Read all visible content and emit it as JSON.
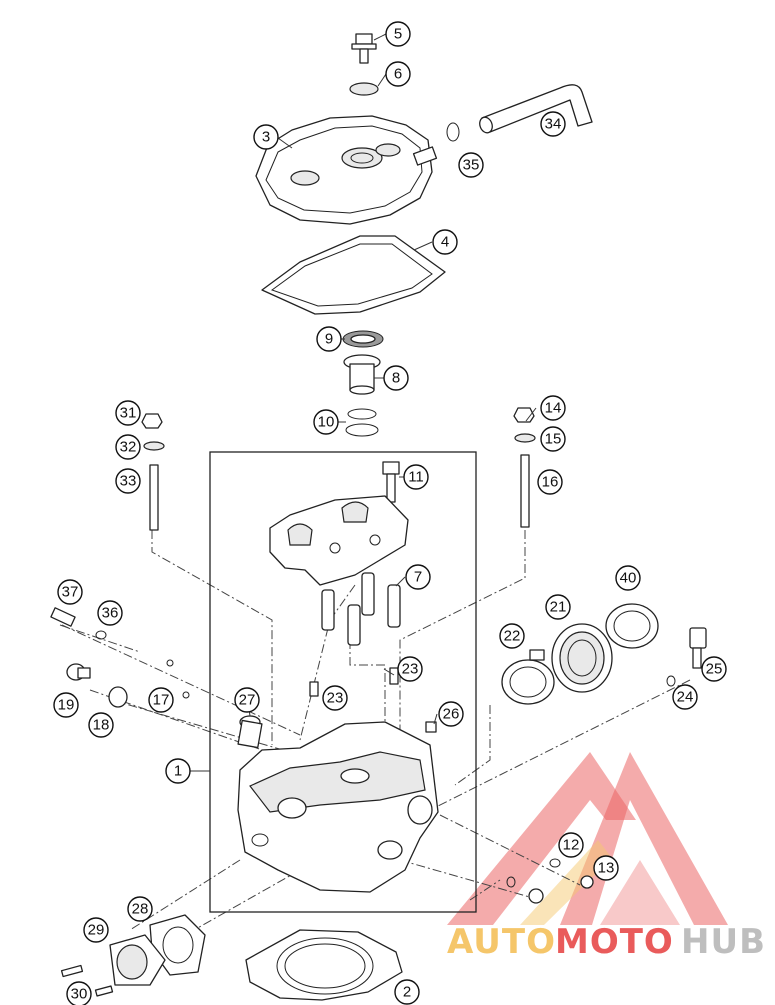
{
  "callouts": [
    {
      "id": "c1",
      "label": "1"
    },
    {
      "id": "c2",
      "label": "2"
    },
    {
      "id": "c3",
      "label": "3"
    },
    {
      "id": "c4",
      "label": "4"
    },
    {
      "id": "c5",
      "label": "5"
    },
    {
      "id": "c6",
      "label": "6"
    },
    {
      "id": "c7",
      "label": "7"
    },
    {
      "id": "c8",
      "label": "8"
    },
    {
      "id": "c9",
      "label": "9"
    },
    {
      "id": "c10",
      "label": "10"
    },
    {
      "id": "c11",
      "label": "11"
    },
    {
      "id": "c12",
      "label": "12"
    },
    {
      "id": "c13",
      "label": "13"
    },
    {
      "id": "c14",
      "label": "14"
    },
    {
      "id": "c15",
      "label": "15"
    },
    {
      "id": "c16",
      "label": "16"
    },
    {
      "id": "c17",
      "label": "17"
    },
    {
      "id": "c18",
      "label": "18"
    },
    {
      "id": "c19",
      "label": "19"
    },
    {
      "id": "c21",
      "label": "21"
    },
    {
      "id": "c22",
      "label": "22"
    },
    {
      "id": "c23a",
      "label": "23"
    },
    {
      "id": "c23b",
      "label": "23"
    },
    {
      "id": "c24",
      "label": "24"
    },
    {
      "id": "c25",
      "label": "25"
    },
    {
      "id": "c26",
      "label": "26"
    },
    {
      "id": "c27",
      "label": "27"
    },
    {
      "id": "c28",
      "label": "28"
    },
    {
      "id": "c29",
      "label": "29"
    },
    {
      "id": "c30",
      "label": "30"
    },
    {
      "id": "c31",
      "label": "31"
    },
    {
      "id": "c32",
      "label": "32"
    },
    {
      "id": "c33",
      "label": "33"
    },
    {
      "id": "c34",
      "label": "34"
    },
    {
      "id": "c35",
      "label": "35"
    },
    {
      "id": "c36",
      "label": "36"
    },
    {
      "id": "c37",
      "label": "37"
    },
    {
      "id": "c40",
      "label": "40"
    }
  ],
  "watermark": {
    "part1": "AUTO",
    "part2": "MOTO",
    "part3": "HUB",
    "color_main": "#e74a4a",
    "color_accent": "#f4c05a",
    "color_grey": "#b7b7b7"
  }
}
